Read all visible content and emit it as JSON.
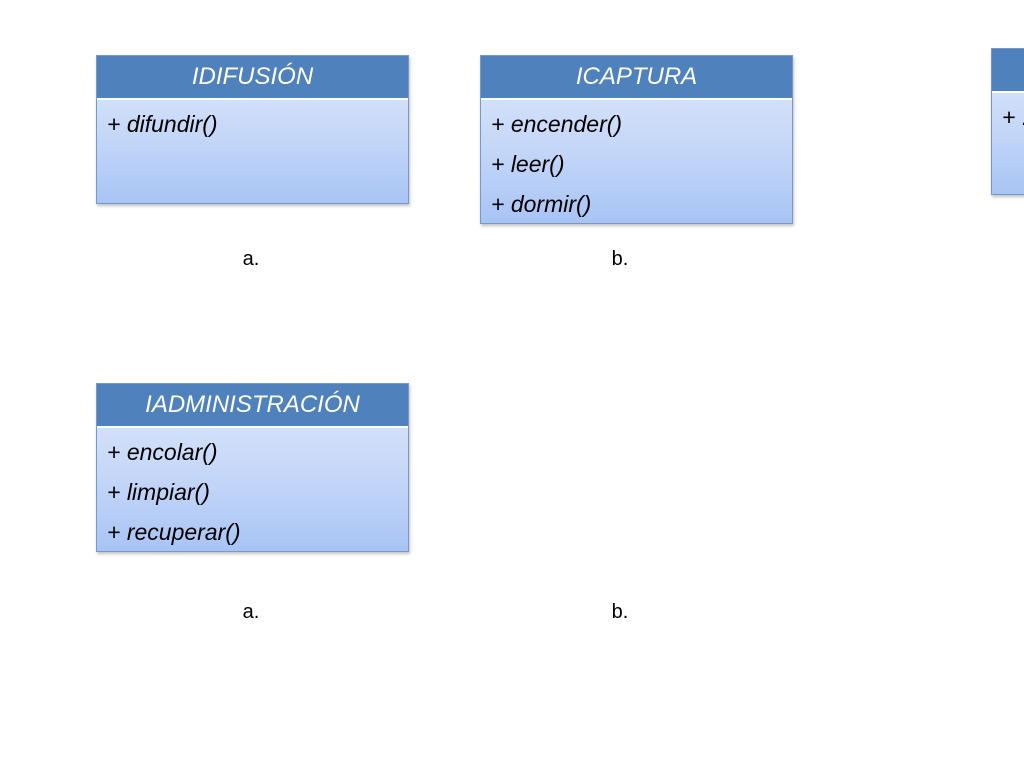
{
  "classes": [
    {
      "name": "IDIFUSIÓN",
      "methods": [
        "+ difundir()"
      ]
    },
    {
      "name": "ICAPTURA",
      "methods": [
        "+ encender()",
        "+ leer()",
        "+ dormir()"
      ]
    },
    {
      "name": "IADMINISTRACIÓN",
      "methods": [
        "+ encolar()",
        "+ limpiar()",
        "+ recuperar()"
      ]
    },
    {
      "name": "",
      "methods": [
        "+ ."
      ]
    }
  ],
  "captions": {
    "top_a": "a.",
    "top_b": "b.",
    "bottom_a": "a.",
    "bottom_b": "b."
  },
  "colors": {
    "header": "#4f81bd",
    "body_top": "#dde8fb",
    "body_bottom": "#a8c4f5"
  }
}
